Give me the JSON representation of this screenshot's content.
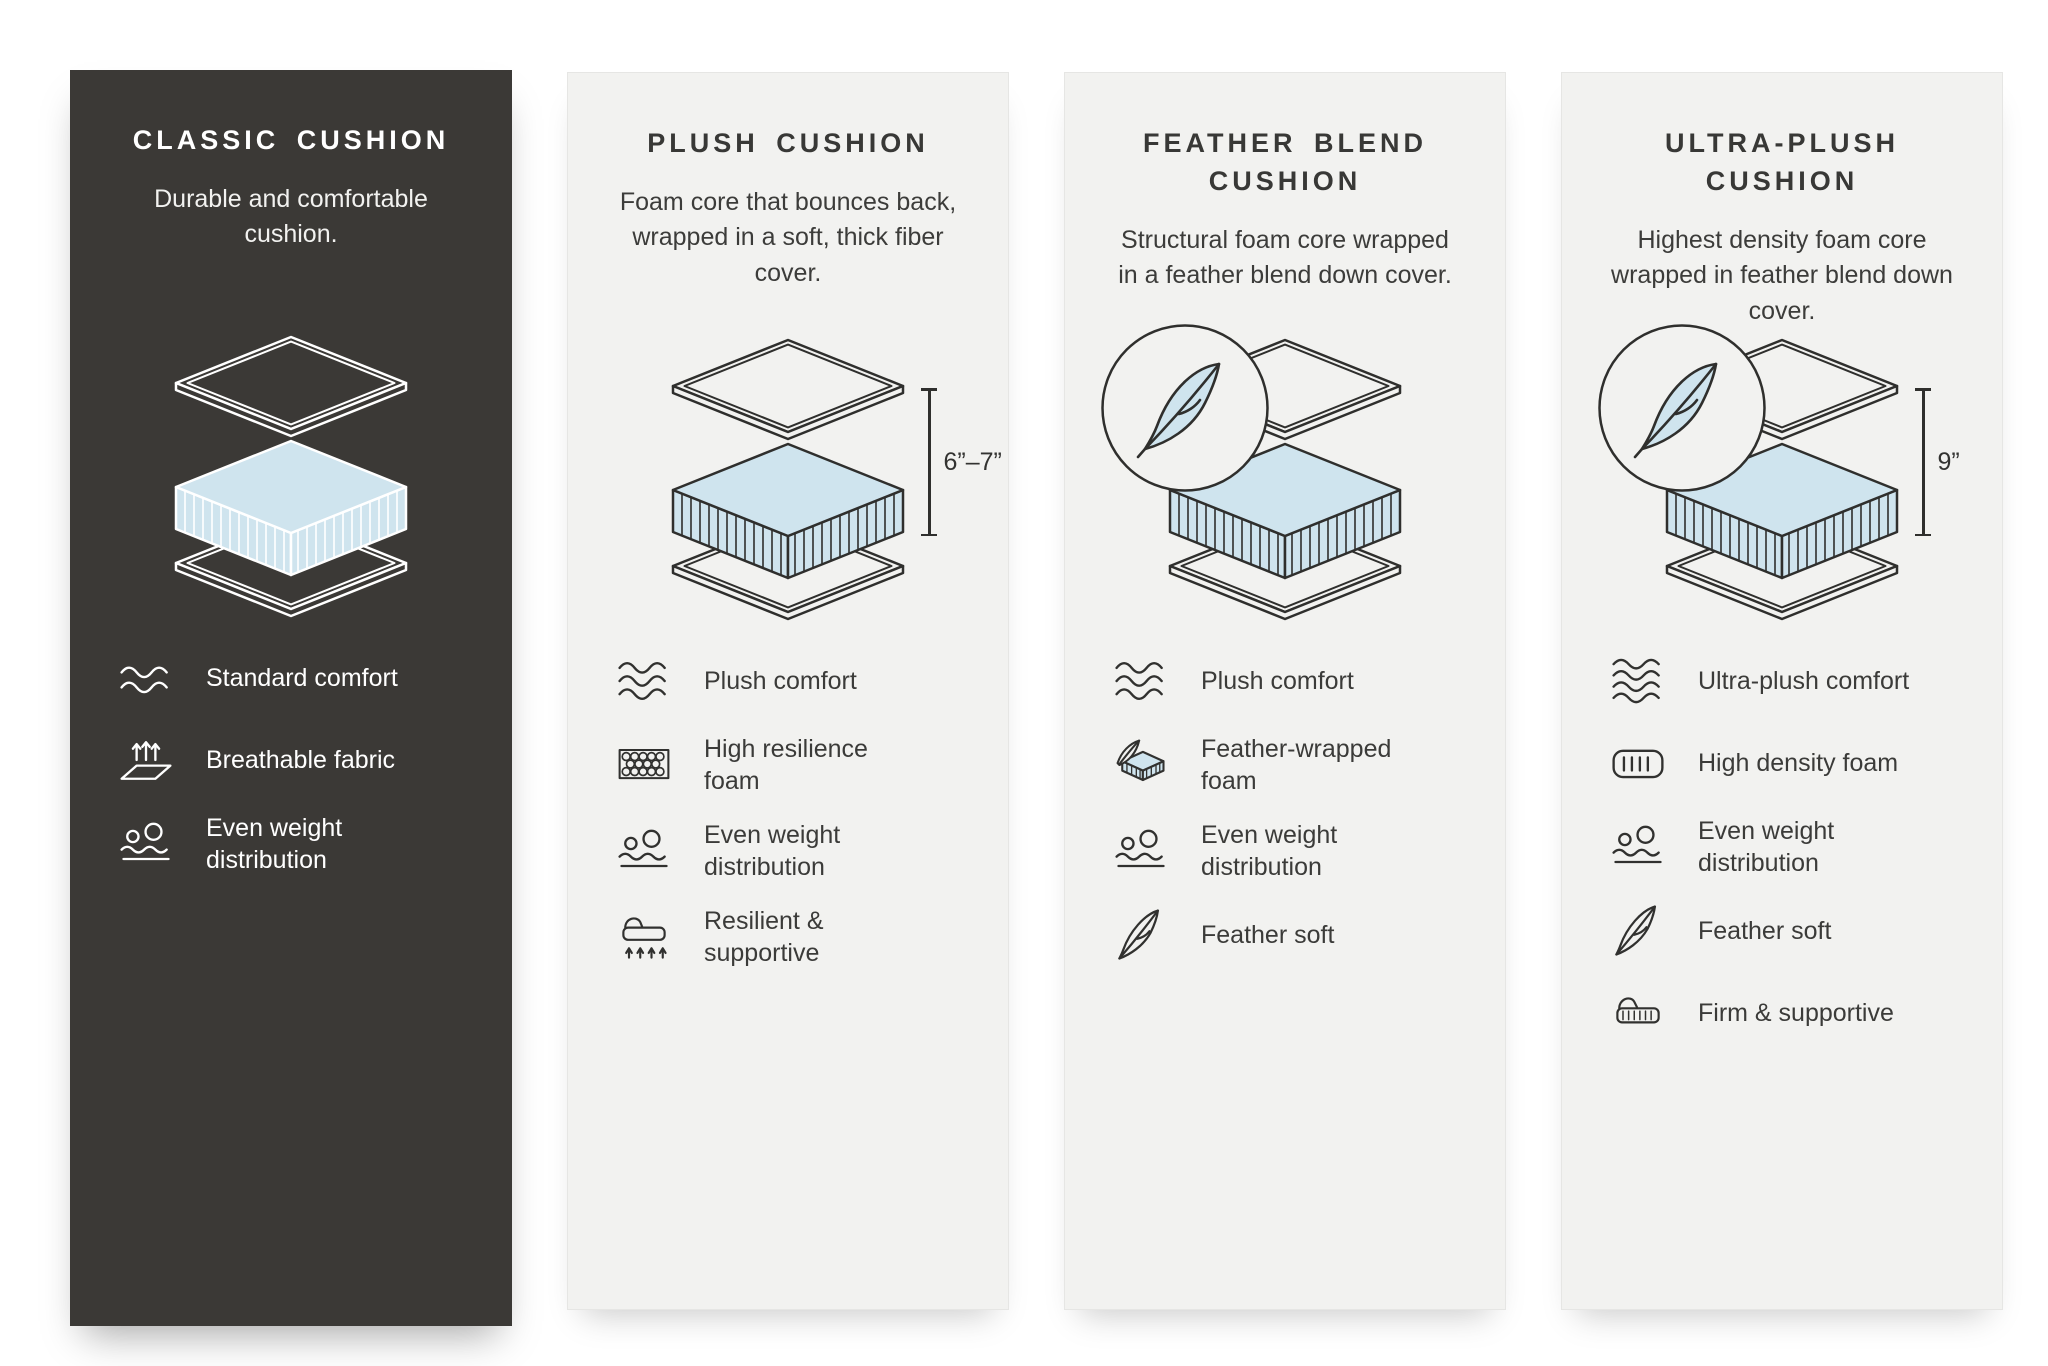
{
  "colors": {
    "dark_panel": "#3b3936",
    "light_panel": "#f2f2f0",
    "foam_blue": "#cfe4ee",
    "line_dark": "#2f2f2d",
    "line_light": "#ffffff"
  },
  "cards": [
    {
      "title": "CLASSIC CUSHION",
      "description": "Durable and comfortable cushion.",
      "theme": "dark",
      "features": [
        {
          "icon": "waves-icon",
          "label": "Standard comfort"
        },
        {
          "icon": "breathable-fabric-icon",
          "label": "Breathable fabric"
        },
        {
          "icon": "weight-distribution-icon",
          "label": "Even weight distribution"
        }
      ]
    },
    {
      "title": "PLUSH CUSHION",
      "description": "Foam core that bounces back, wrapped in a soft, thick fiber cover.",
      "theme": "light",
      "measurement": "6”–7”",
      "features": [
        {
          "icon": "waves-icon",
          "label": "Plush comfort"
        },
        {
          "icon": "resilience-foam-icon",
          "label": "High resilience foam"
        },
        {
          "icon": "weight-distribution-icon",
          "label": "Even weight distribution"
        },
        {
          "icon": "supportive-icon",
          "label": "Resilient & supportive"
        }
      ]
    },
    {
      "title": "FEATHER BLEND CUSHION",
      "description": "Structural foam core wrapped in a feather blend down cover.",
      "theme": "light",
      "features": [
        {
          "icon": "waves-icon",
          "label": "Plush comfort"
        },
        {
          "icon": "feather-foam-icon",
          "label": "Feather-wrapped foam"
        },
        {
          "icon": "weight-distribution-icon",
          "label": "Even weight distribution"
        },
        {
          "icon": "feather-icon",
          "label": "Feather soft"
        }
      ]
    },
    {
      "title": "ULTRA-PLUSH CUSHION",
      "description": "Highest density foam core wrapped in feather blend down cover.",
      "theme": "light",
      "measurement": "9”",
      "features": [
        {
          "icon": "waves-icon",
          "label": "Ultra-plush comfort"
        },
        {
          "icon": "density-foam-icon",
          "label": "High density foam"
        },
        {
          "icon": "weight-distribution-icon",
          "label": "Even weight distribution"
        },
        {
          "icon": "feather-icon",
          "label": "Feather soft"
        },
        {
          "icon": "firm-supportive-icon",
          "label": "Firm & supportive"
        }
      ]
    }
  ]
}
